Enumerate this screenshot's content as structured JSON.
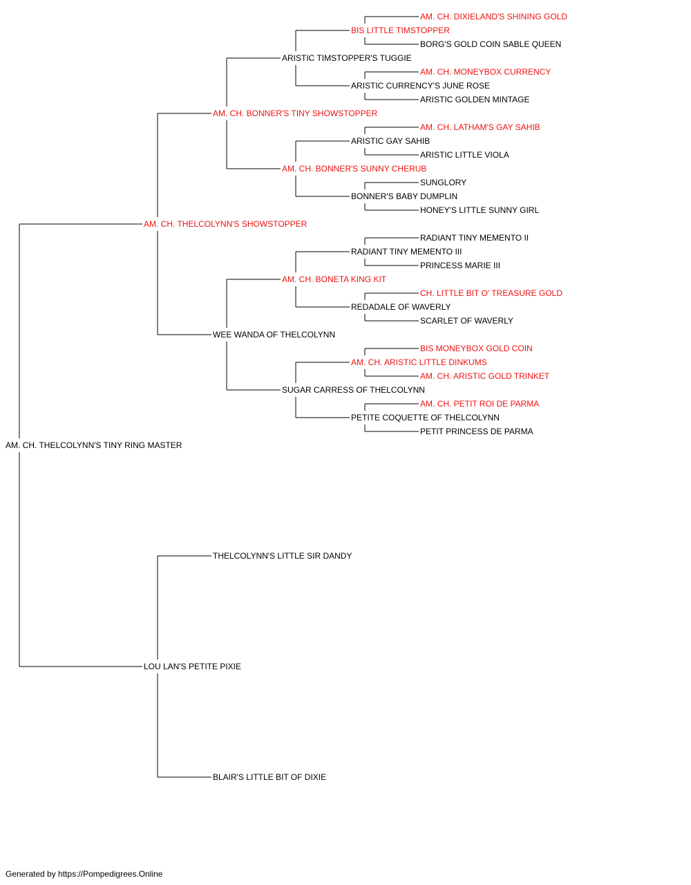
{
  "colors": {
    "champion": "#ee1111",
    "regular": "#000000",
    "line": "#000000"
  },
  "pedigree": [
    {
      "id": "dog",
      "name": "AM. CH. THELCOLYNN'S TINY RING MASTER",
      "champion": false
    },
    {
      "id": "sire",
      "name": "AM. CH. THELCOLYNN'S SHOWSTOPPER",
      "champion": true
    },
    {
      "id": "dam",
      "name": "LOU LAN'S PETITE PIXIE",
      "champion": false
    },
    {
      "id": "ss",
      "name": "AM. CH. BONNER'S TINY SHOWSTOPPER",
      "champion": true
    },
    {
      "id": "sd",
      "name": "WEE WANDA OF THELCOLYNN",
      "champion": false
    },
    {
      "id": "ds",
      "name": "THELCOLYNN'S LITTLE SIR DANDY",
      "champion": false
    },
    {
      "id": "dd",
      "name": "BLAIR'S LITTLE BIT OF DIXIE",
      "champion": false
    },
    {
      "id": "sss",
      "name": "ARISTIC TIMSTOPPER'S TUGGIE",
      "champion": false
    },
    {
      "id": "ssd",
      "name": "AM. CH. BONNER'S SUNNY CHERUB",
      "champion": true
    },
    {
      "id": "sds",
      "name": "AM. CH. BONETA KING KIT",
      "champion": true
    },
    {
      "id": "sdd",
      "name": "SUGAR CARRESS OF THELCOLYNN",
      "champion": false
    },
    {
      "id": "ssss",
      "name": "BIS LITTLE TIMSTOPPER",
      "champion": true
    },
    {
      "id": "sssd",
      "name": "ARISTIC CURRENCY'S JUNE ROSE",
      "champion": false
    },
    {
      "id": "ssds",
      "name": "ARISTIC GAY SAHIB",
      "champion": false
    },
    {
      "id": "ssdd",
      "name": "BONNER'S BABY DUMPLIN",
      "champion": false
    },
    {
      "id": "sdss",
      "name": "RADIANT TINY MEMENTO III",
      "champion": false
    },
    {
      "id": "sdsd",
      "name": "REDADALE OF WAVERLY",
      "champion": false
    },
    {
      "id": "sdds",
      "name": "AM. CH. ARISTIC LITTLE DINKUMS",
      "champion": true
    },
    {
      "id": "sddd",
      "name": "PETITE COQUETTE OF THELCOLYNN",
      "champion": false
    },
    {
      "id": "sssss",
      "name": "AM. CH. DIXIELAND'S SHINING GOLD",
      "champion": true
    },
    {
      "id": "ssssd",
      "name": "BORG'S GOLD COIN SABLE QUEEN",
      "champion": false
    },
    {
      "id": "sssds",
      "name": "AM. CH. MONEYBOX CURRENCY",
      "champion": true
    },
    {
      "id": "sssdd",
      "name": "ARISTIC GOLDEN MINTAGE",
      "champion": false
    },
    {
      "id": "ssdss",
      "name": "AM. CH. LATHAM'S GAY SAHIB",
      "champion": true
    },
    {
      "id": "ssdsd",
      "name": "ARISTIC LITTLE VIOLA",
      "champion": false
    },
    {
      "id": "ssdds",
      "name": "SUNGLORY",
      "champion": false
    },
    {
      "id": "ssddd",
      "name": "HONEY'S LITTLE SUNNY GIRL",
      "champion": false
    },
    {
      "id": "sdsss",
      "name": "RADIANT TINY MEMENTO II",
      "champion": false
    },
    {
      "id": "sdssd",
      "name": "PRINCESS MARIE III",
      "champion": false
    },
    {
      "id": "sdsds",
      "name": "CH. LITTLE BIT O' TREASURE GOLD",
      "champion": true
    },
    {
      "id": "sdsdd",
      "name": "SCARLET OF WAVERLY",
      "champion": false
    },
    {
      "id": "sddss",
      "name": "BIS MONEYBOX GOLD COIN",
      "champion": true
    },
    {
      "id": "sddsd",
      "name": "AM. CH. ARISTIC GOLD TRINKET",
      "champion": true
    },
    {
      "id": "sddds",
      "name": "AM. CH. PETIT ROI DE PARMA",
      "champion": true
    },
    {
      "id": "sdddd",
      "name": "PETIT PRINCESS DE PARMA",
      "champion": false
    }
  ],
  "footer": "Generated by https://Pompedigrees.Online"
}
